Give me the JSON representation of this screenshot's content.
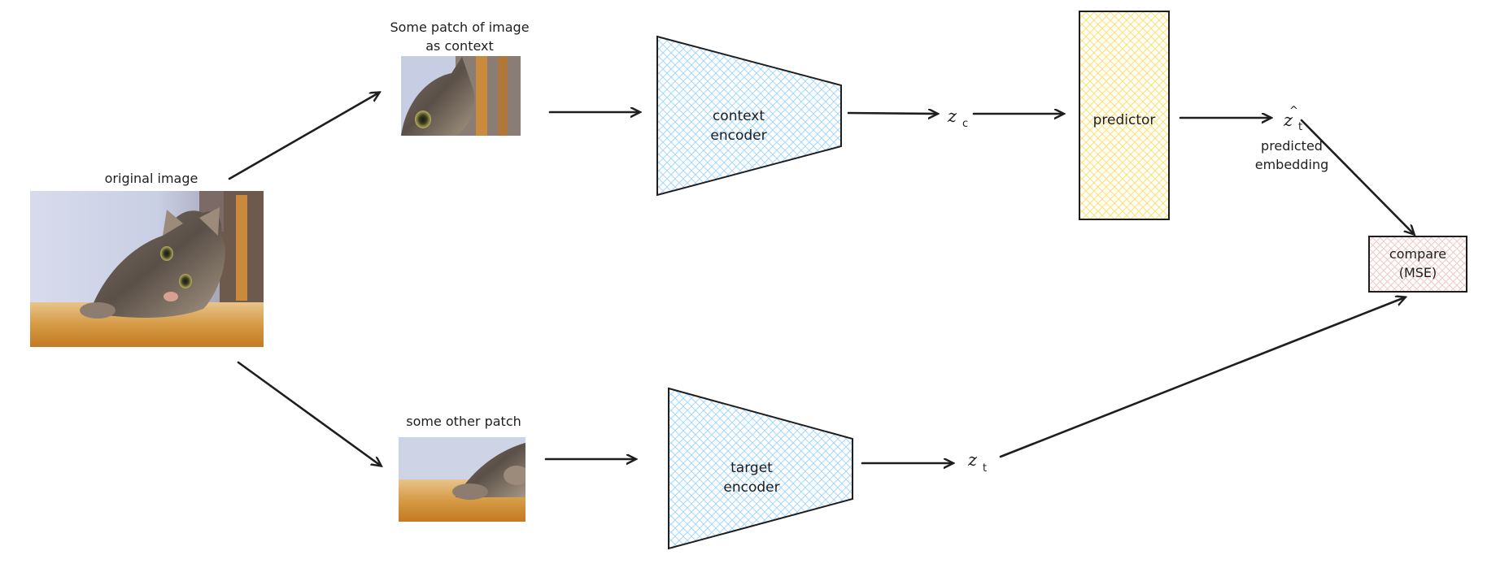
{
  "nodes": {
    "original_image": {
      "label": "original image"
    },
    "context_patch": {
      "label_line1": "Some patch of image",
      "label_line2": "as context"
    },
    "other_patch": {
      "label": "some other patch"
    },
    "context_encoder": {
      "line1": "context",
      "line2": "encoder"
    },
    "target_encoder": {
      "line1": "target",
      "line2": "encoder"
    },
    "predictor": {
      "label": "predictor"
    },
    "compare": {
      "line1": "compare",
      "line2": "(MSE)"
    },
    "z_c": {
      "base": "z",
      "subscript": "c"
    },
    "z_t": {
      "base": "z",
      "subscript": "t"
    },
    "z_t_hat": {
      "base": "z",
      "hat": "^",
      "subscript": "t",
      "caption_line1": "predicted",
      "caption_line2": "embedding"
    }
  },
  "colors": {
    "encoder_hatch": "#a5d8ff",
    "predictor_hatch": "#ffec99",
    "compare_hatch": "#eebefa",
    "stroke": "#1e1e1e"
  }
}
